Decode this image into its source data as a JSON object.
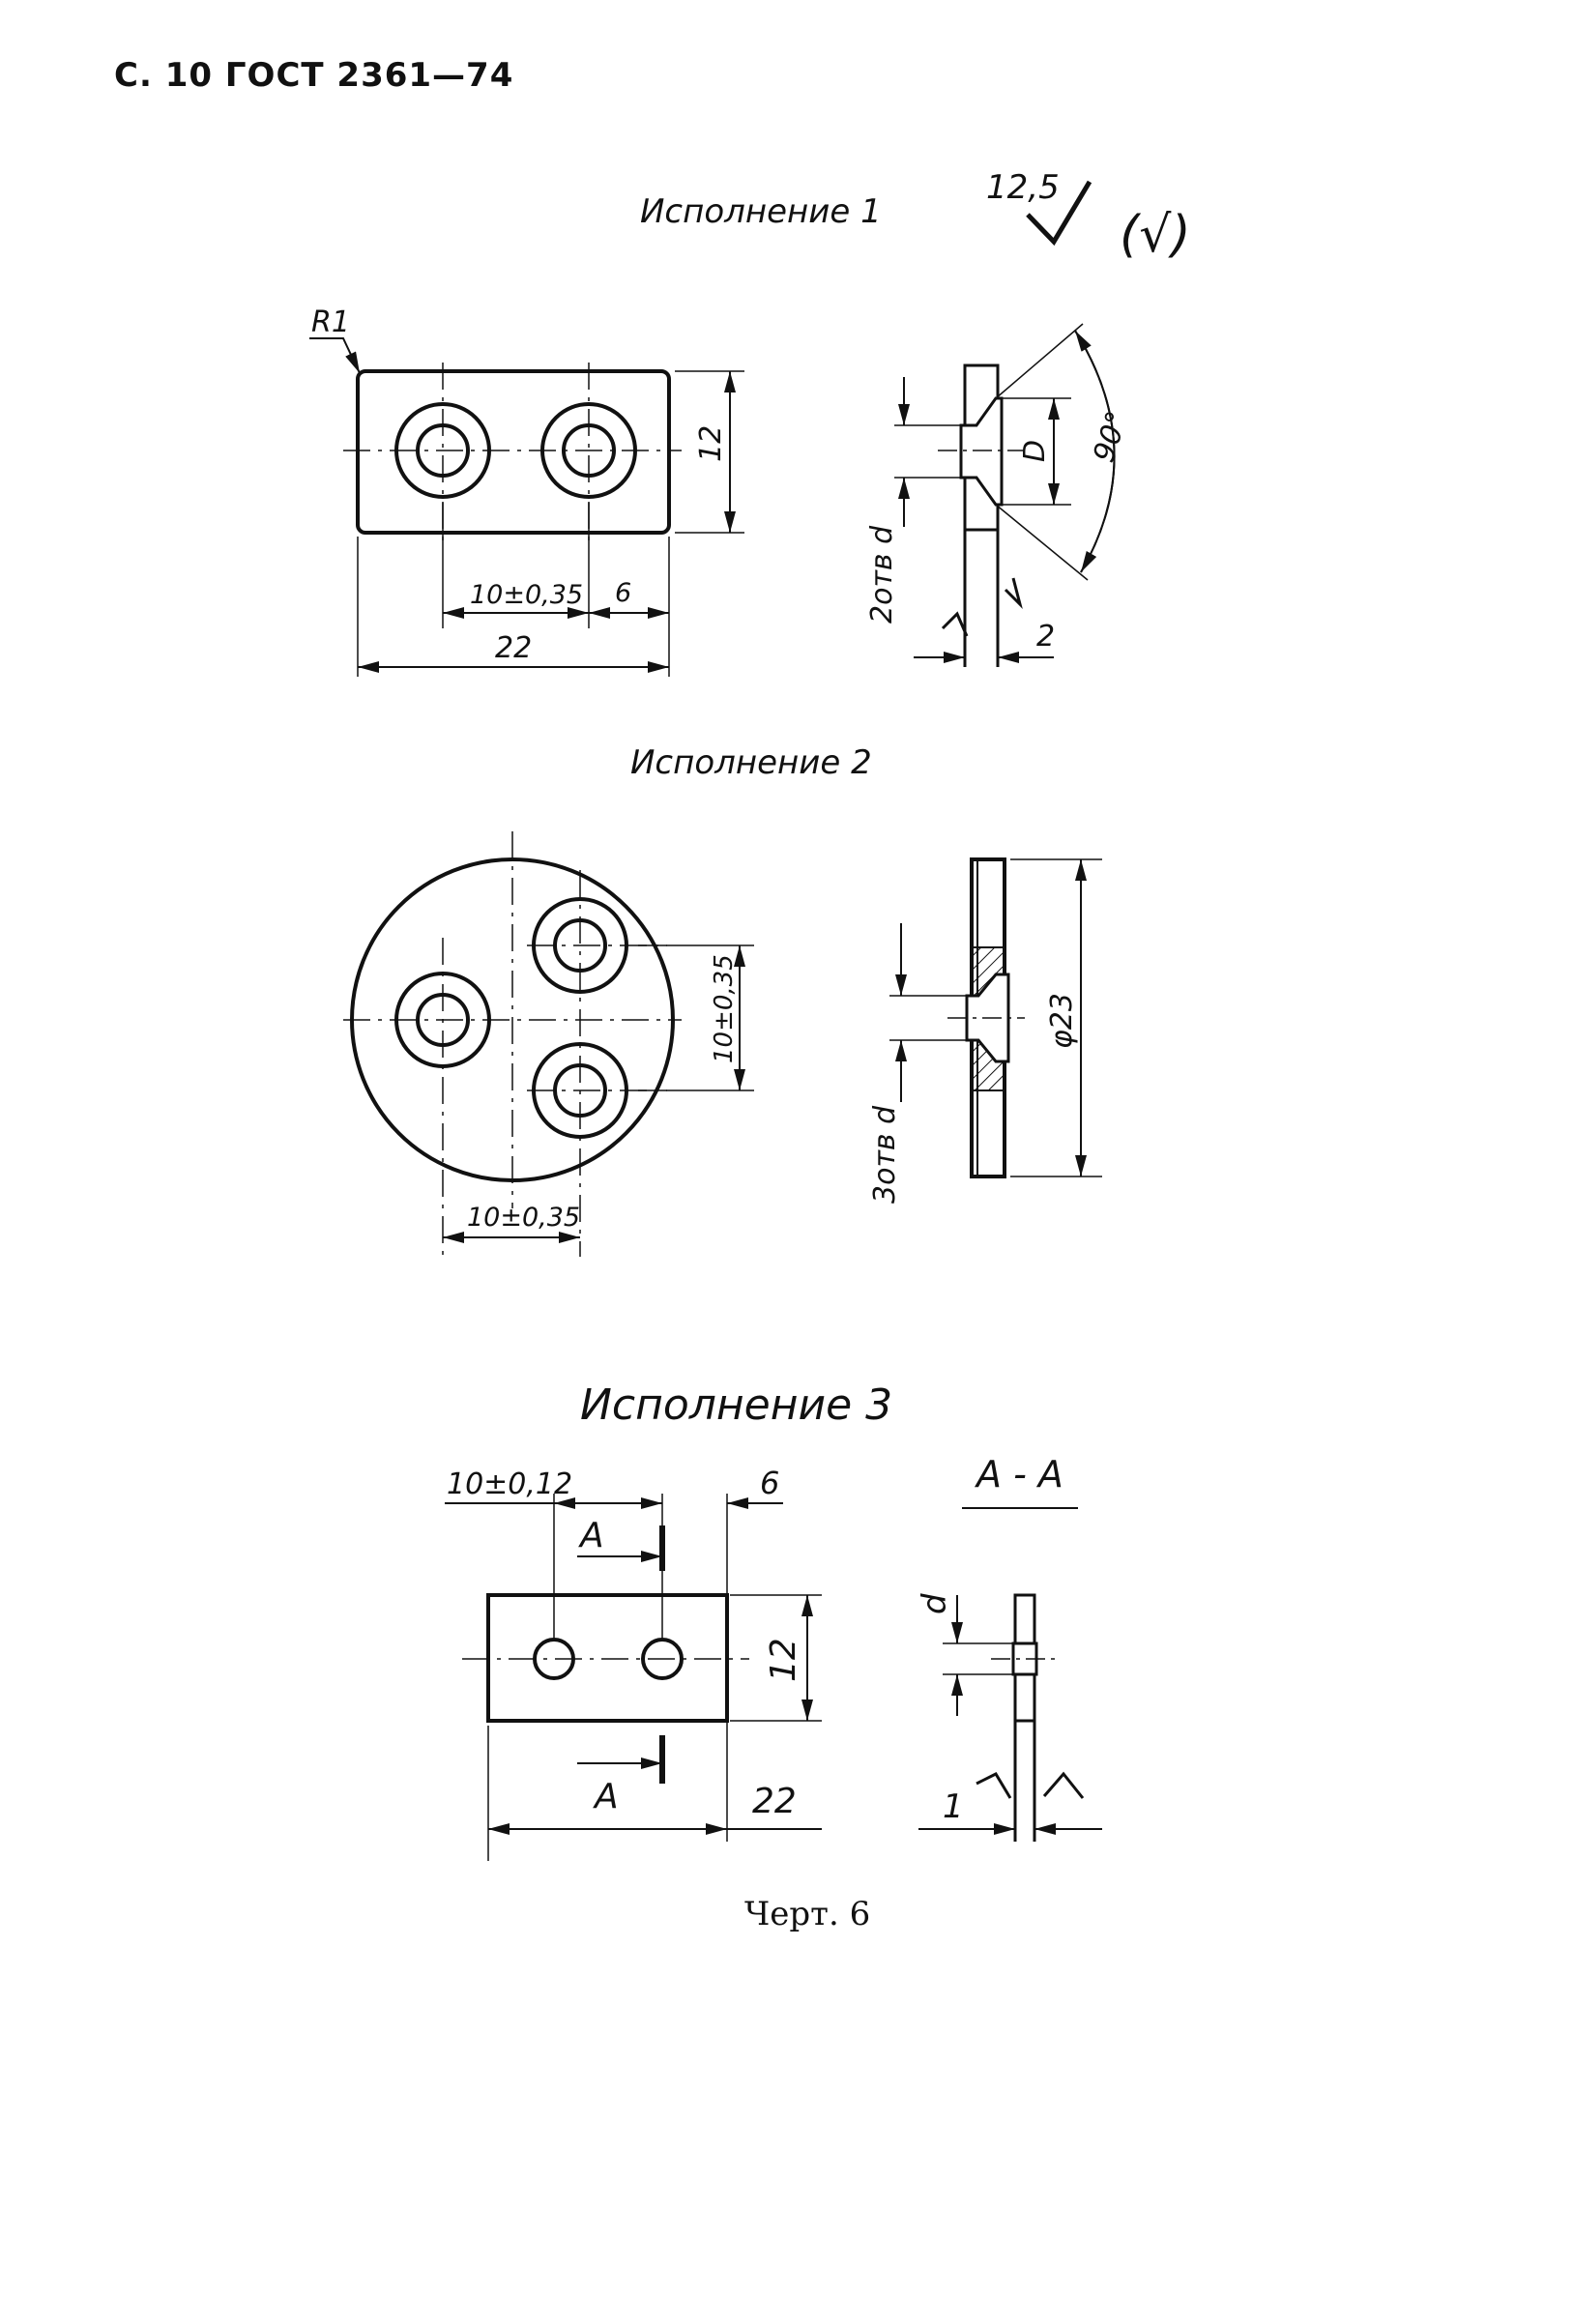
{
  "header": {
    "page": "С. 10",
    "standard": "ГОСТ 2361—74"
  },
  "views": [
    {
      "title": "Исполнение 1"
    },
    {
      "title": "Исполнение 2"
    },
    {
      "title": "Исполнение 3"
    }
  ],
  "roughness": {
    "value": "12,5",
    "paren": "(√)"
  },
  "dims": {
    "r1": "R1",
    "d12": "12",
    "d10a": "10±0,35",
    "d6": "6",
    "d22": "22",
    "D": "D",
    "ang": "90°",
    "holes2": "2отв d",
    "t2": "2",
    "d10b": "10±0,35",
    "d10c": "10±0,35",
    "phi23": "φ23",
    "holes3": "3отв d",
    "d10e": "10±0,12",
    "d6e": "6",
    "d12e": "12",
    "d22e": "22",
    "A1": "A",
    "A2": "A",
    "section": "A - A",
    "dd": "d",
    "t1": "1"
  },
  "caption": "Черт. 6"
}
